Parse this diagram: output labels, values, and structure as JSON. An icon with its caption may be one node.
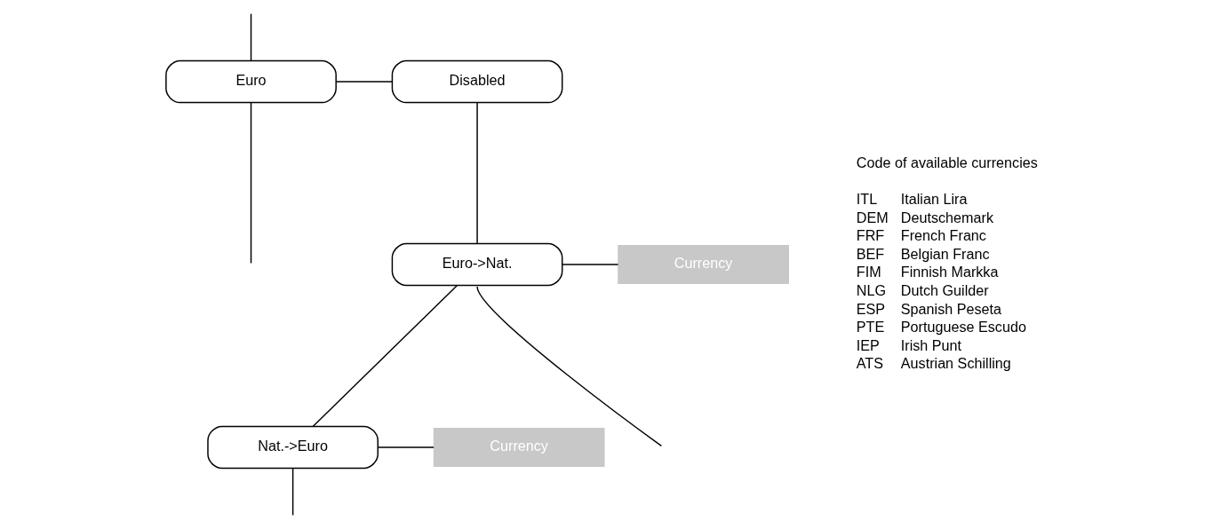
{
  "diagram": {
    "nodes": [
      {
        "text": [
          "Euro"
        ]
      },
      {
        "text": [
          "Disabled"
        ]
      },
      {
        "text": [
          "Euro->Nat."
        ]
      },
      {
        "text": [
          "Currency"
        ]
      },
      {
        "text": [
          "Nat.->Euro"
        ]
      },
      {
        "text": [
          "Currency"
        ]
      }
    ],
    "edges": [
      {
        "from": null,
        "to": 0,
        "arrow": "none"
      },
      {
        "from": 0,
        "to": 1,
        "arrow": "none"
      },
      {
        "from": 1,
        "to": 2,
        "arrow": "none"
      },
      {
        "from": 2,
        "to": 3,
        "arrow": "none"
      },
      {
        "from": 2,
        "to": null,
        "arrow": "none"
      },
      {
        "from": 2,
        "to": 4,
        "arrow": "none"
      },
      {
        "from": 4,
        "to": 5,
        "arrow": "none"
      },
      {
        "from": 4,
        "to": null,
        "arrow": "none"
      },
      {
        "from": 0,
        "to": null,
        "arrow": "none"
      }
    ],
    "labels": [
      "Code of available currencies",
      "ITL",
      "Italian Lira",
      "DEM",
      "Deutschemark",
      "FRF",
      "French Franc",
      "BEF",
      "Belgian Franc",
      "FIM",
      "Finnish Markka",
      "NLG",
      "Dutch Guilder",
      "ESP",
      "Spanish Peseta",
      "PTE",
      "Portuguese Escudo",
      "IEP",
      "Irish Punt",
      "ATS",
      "Austrian Schilling"
    ]
  }
}
